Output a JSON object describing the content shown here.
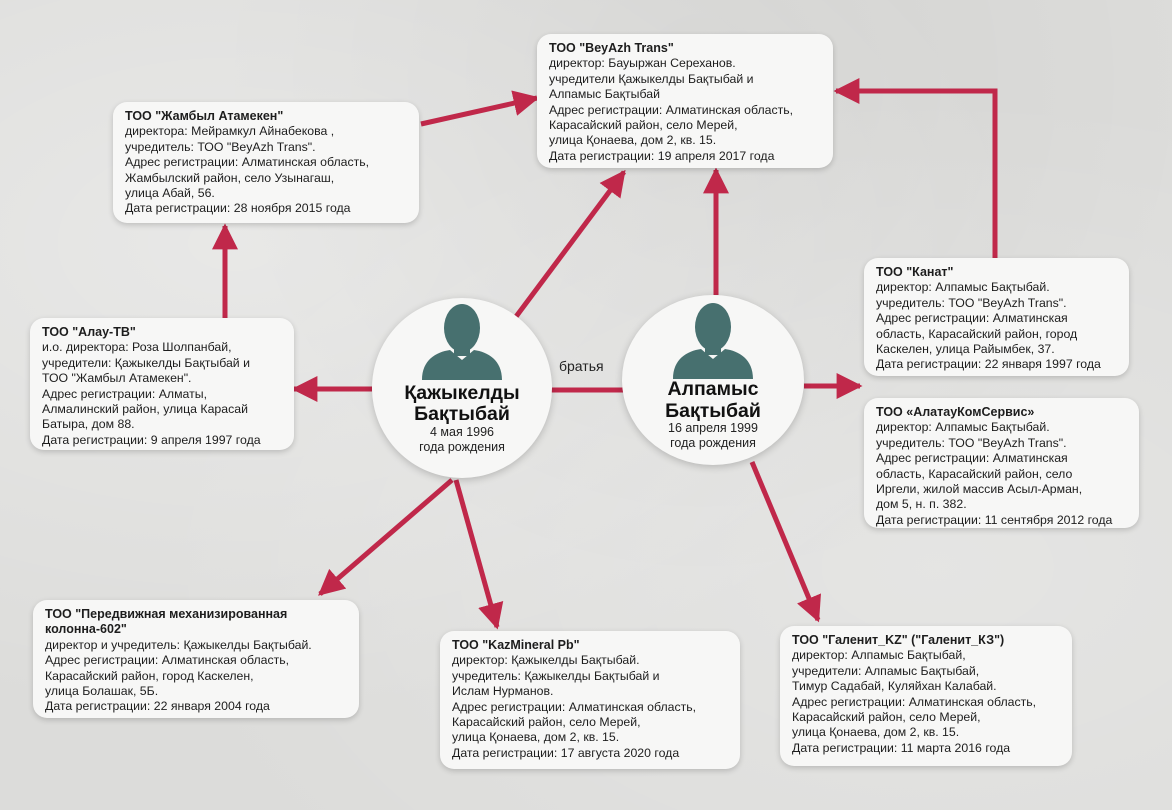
{
  "colors": {
    "link": "#c0284a",
    "avatar": "#47706f",
    "box": "#f7f7f6"
  },
  "persons": {
    "kazhykeldy": {
      "name_line1": "Қажыкелды",
      "name_line2": "Бақтыбай",
      "birth_date": "4 мая 1996",
      "birth_note": "года рождения",
      "icon": "person-silhouette-icon"
    },
    "alpamys": {
      "name_line1": "Алпамыс",
      "name_line2": "Бақтыбай",
      "birth_date": "16 апреля 1999",
      "birth_note": "года рождения",
      "icon": "person-silhouette-icon"
    }
  },
  "relation_label": "братья",
  "companies": {
    "beyazh": {
      "title": "ТОО \"BeyAzh Trans\"",
      "lines": [
        "директор: Бауыржан Сереханов.",
        "учредители Қажыкелды Бақтыбай и",
        "Алпамыс Бақтыбай",
        "Адрес регистрации: Алматинская область,",
        "Карасайский район, село Мерей,",
        "улица Қонаева, дом 2, кв. 15.",
        "Дата регистрации: 19 апреля 2017 года"
      ]
    },
    "zhambyl": {
      "title": "ТОО \"Жамбыл Атамекен\"",
      "lines": [
        "директора: Мейрамкул Айнабекова ,",
        "учредитель: ТОО \"BeyAzh Trans\".",
        "Адрес регистрации: Алматинская область,",
        "Жамбылский район, село Узынагаш,",
        "улица Абай, 56.",
        "Дата регистрации: 28 ноября 2015 года"
      ]
    },
    "alau": {
      "title": "ТОО  \"Алау-ТВ\"",
      "lines": [
        "и.о. директора: Роза Шолпанбай,",
        "учредители: Қажыкелды Бақтыбай и",
        "ТОО  \"Жамбыл Атамекен\".",
        "Адрес регистрации: Алматы,",
        "Алмалинский район, улица Карасай",
        "Батыра, дом 88.",
        "Дата регистрации: 9 апреля 1997 года"
      ]
    },
    "kanat": {
      "title": "ТОО \"Канат\"",
      "lines": [
        "директор:  Алпамыс Бақтыбай.",
        "учредитель: ТОО \"BeyAzh Trans\".",
        "Адрес регистрации: Алматинская",
        "область, Карасайский район, город",
        "Каскелен, улица Райымбек, 37.",
        "Дата регистрации: 22 января 1997 года"
      ]
    },
    "alatau": {
      "title": "ТОО «АлатауКомСервис»",
      "lines": [
        "директор:  Алпамыс Бақтыбай.",
        "учредитель: ТОО \"BeyAzh Trans\".",
        "Адрес регистрации: Алматинская",
        "область, Карасайский район, село",
        "Иргели, жилой массив Асыл-Арман,",
        "дом 5, н. п. 382.",
        "Дата регистрации: 11 сентября 2012 года"
      ]
    },
    "pmk": {
      "title_lines": [
        "ТОО \"Передвижная механизированная",
        "колонна-602\""
      ],
      "lines": [
        "директор и учредитель:  Қажыкелды Бақтыбай.",
        "Адрес регистрации: Алматинская область,",
        "Карасайский район, город Каскелен,",
        "улица Болашак, 5Б.",
        "Дата регистрации: 22 января 2004 года"
      ]
    },
    "kazmineral": {
      "title": "ТОО \"KazMineral Pb\"",
      "lines": [
        "директор:  Қажыкелды Бақтыбай.",
        "учредитель: Қажыкелды Бақтыбай и",
        "Ислам Нурманов.",
        "Адрес регистрации: Алматинская область,",
        "Карасайский район, село Мерей,",
        "улица Қонаева, дом 2, кв. 15.",
        "Дата регистрации: 17 августа 2020 года"
      ]
    },
    "galenit": {
      "title": "ТОО  \"Галенит_KZ\" (\"Галенит_КЗ\")",
      "lines": [
        "директор: Алпамыс Бақтыбай,",
        "учредители: Алпамыс Бақтыбай,",
        "Тимур Садабай, Куляйхан Калабай.",
        "Адрес регистрации: Алматинская область,",
        "Карасайский район, село Мерей,",
        "улица  Қонаева, дом 2, кв. 15.",
        "Дата регистрации: 11 марта 2016 года"
      ]
    }
  }
}
